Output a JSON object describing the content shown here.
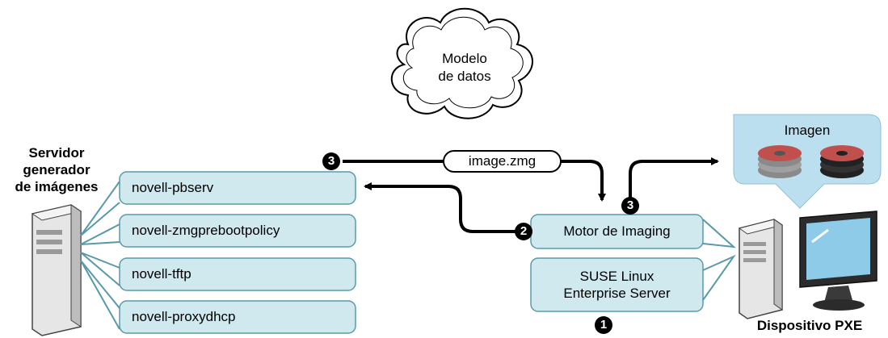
{
  "cloud": {
    "label_line1": "Modelo",
    "label_line2": "de datos"
  },
  "server": {
    "title_line1": "Servidor",
    "title_line2": "generador",
    "title_line3": "de imágenes",
    "services": [
      "novell-pbserv",
      "novell-zmgprebootpolicy",
      "novell-tftp",
      "novell-proxydhcp"
    ]
  },
  "flow": {
    "file_label": "image.zmg",
    "engine_label": "Motor de Imaging",
    "os_line1": "SUSE Linux",
    "os_line2": "Enterprise Server",
    "steps": [
      "1",
      "2",
      "3",
      "3"
    ]
  },
  "image_panel": {
    "label": "Imagen"
  },
  "device": {
    "label": "Dispositivo PXE"
  },
  "colors": {
    "box_fill": "#cfe9ef",
    "box_stroke": "#5a9aa8",
    "panel_fill": "#bcdff0",
    "line": "#000000",
    "disk_gray": "#9a9a9a",
    "disk_red": "#c0504d"
  }
}
